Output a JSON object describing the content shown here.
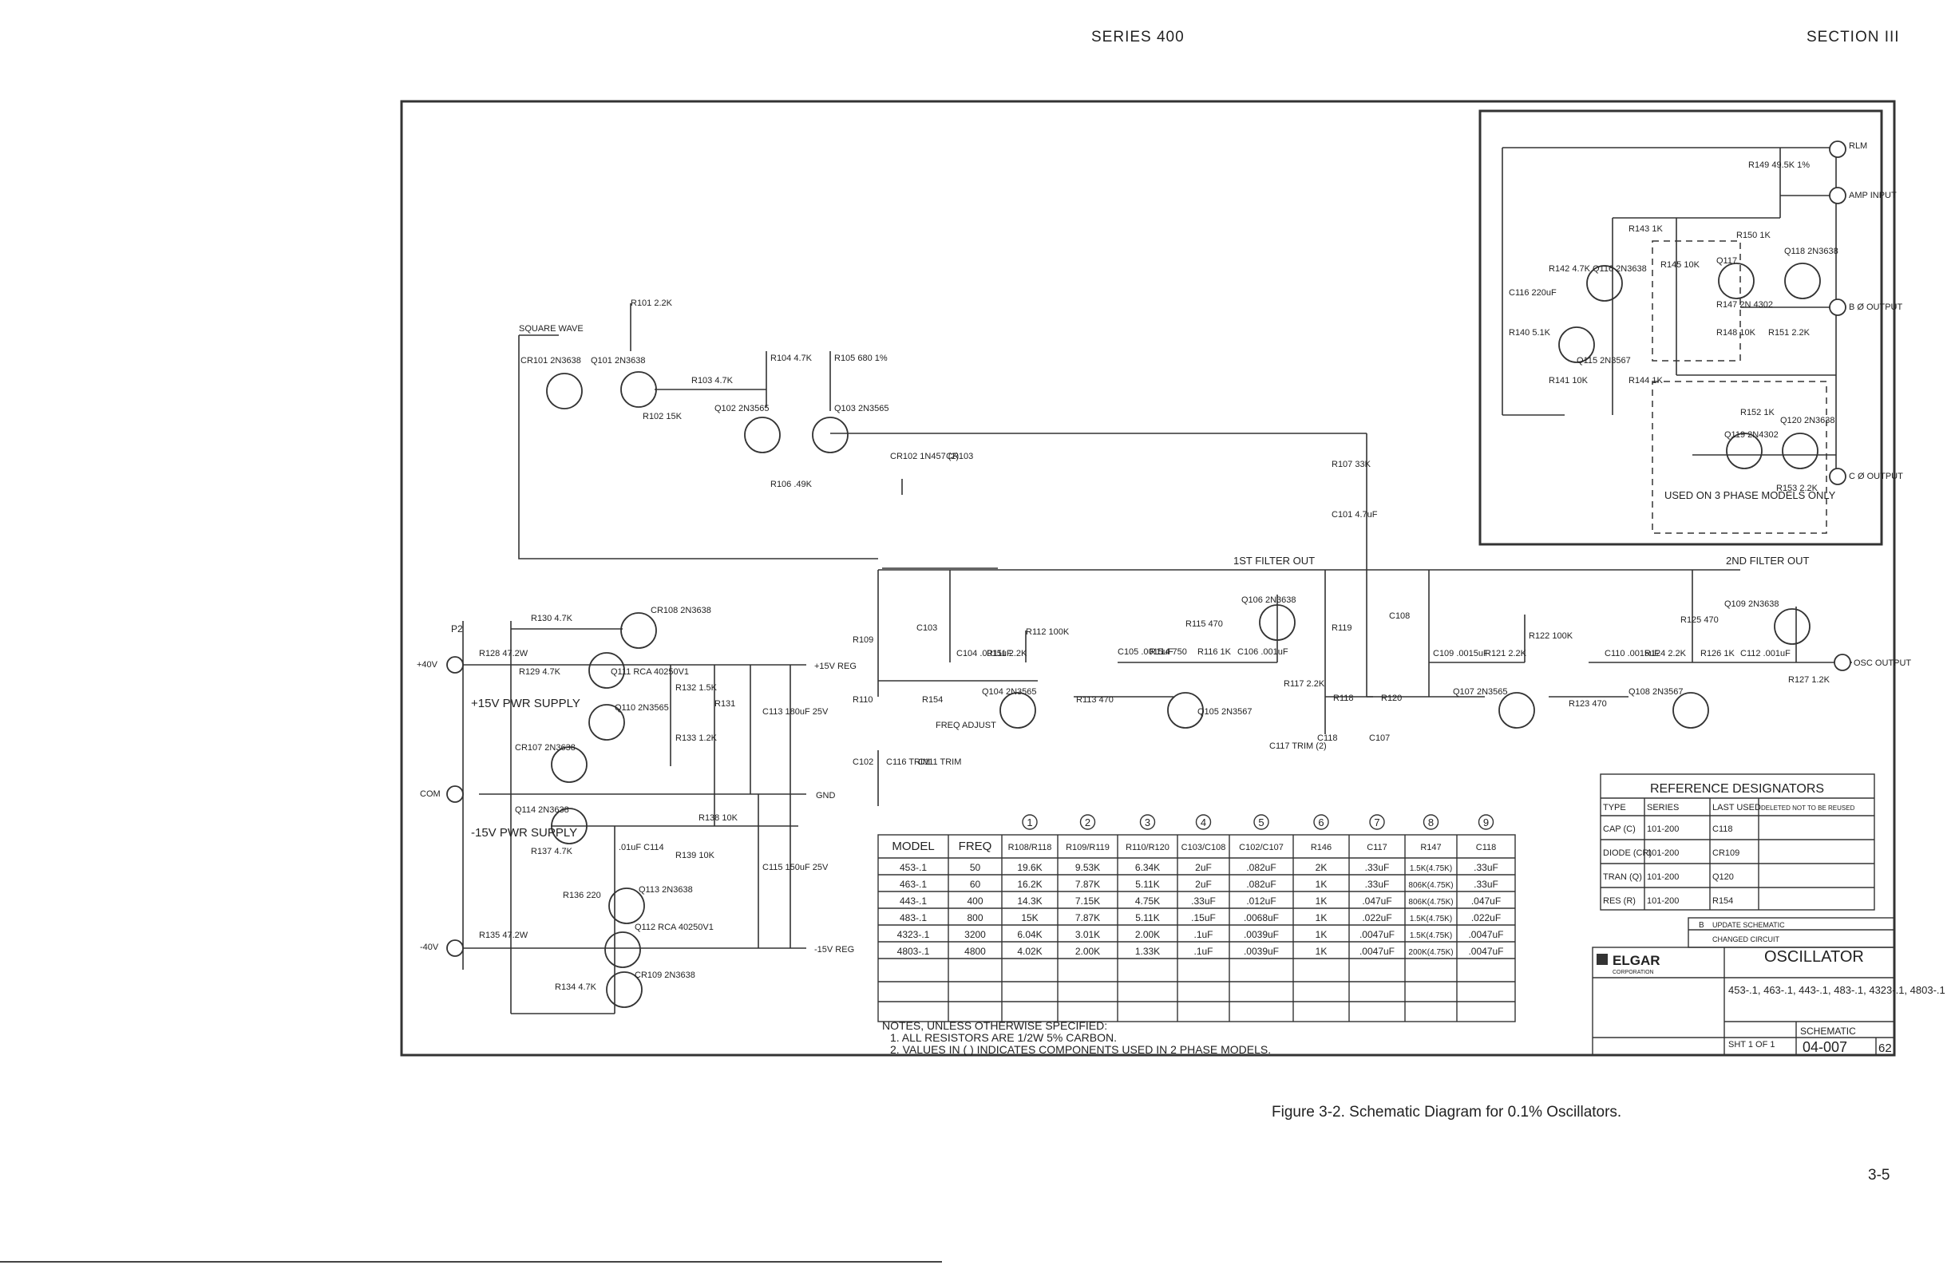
{
  "header": {
    "series": "SERIES 400",
    "section": "SECTION III"
  },
  "caption": "Figure 3-2. Schematic Diagram for 0.1% Oscillators.",
  "page_number": "3-5",
  "labels": {
    "square_wave": "SQUARE WAVE",
    "filter1": "1ST FILTER OUT",
    "filter2": "2ND FILTER OUT",
    "pos_supply": "+15V PWR SUPPLY",
    "neg_supply": "-15V PWR SUPPLY",
    "p2": "P2",
    "plus40": "+40V",
    "minus40": "-40V",
    "com": "COM",
    "gnd": "GND",
    "reg_pos": "+15V REG",
    "reg_neg": "-15V REG",
    "osc_out": "OSC OUTPUT",
    "b_out": "B Ø OUTPUT",
    "c_out": "C Ø OUTPUT",
    "amp_input": "AMP INPUT",
    "rlm": "RLM",
    "three_phase_note": "USED ON 3 PHASE MODELS ONLY",
    "freq_adjust": "FREQ ADJUST"
  },
  "components": {
    "r101": "R101 2.2K",
    "cr101": "CR101 2N3638",
    "q101": "Q101 2N3638",
    "r102": "R102 15K",
    "r103": "R103 4.7K",
    "q102": "Q102 2N3565",
    "r104": "R104 4.7K",
    "r105": "R105 680 1%",
    "q103": "Q103 2N3565",
    "r106": "R106 .49K",
    "cr102": "CR102 1N457 (2)",
    "cr103": "CR103",
    "r107": "R107 33K",
    "c101": "C101 4.7uF",
    "r130": "R130 4.7K",
    "cr108": "CR108 2N3638",
    "r128": "R128 47.2W",
    "r129": "R129 4.7K",
    "q111": "Q111 RCA 40250V1",
    "q110": "Q110 2N3565",
    "r132": "R132 1.5K",
    "r131": "R131",
    "c113": "C113 180uF 25V",
    "cr107": "CR107 2N3638",
    "r133": "R133 1.2K",
    "r138": "R138 10K",
    "q114": "Q114 2N3638",
    "c114": ".01uF C114",
    "r139": "R139 10K",
    "r137": "R137 4.7K",
    "r136": "R136 220",
    "q113": "Q113 2N3638",
    "q112": "Q112 RCA 40250V1",
    "c115": "C115 150uF 25V",
    "r135": "R135 47.2W",
    "r134": "R134 4.7K",
    "cr109": "CR109 2N3638",
    "r109": "R109",
    "r110": "R110",
    "r154": "R154",
    "c103": "C103",
    "c104": "C104 .0015uF",
    "r111": "R111 2.2K",
    "r112": "R112 100K",
    "q104": "Q104 2N3565",
    "c102": "C102",
    "c116t": "C116 TRIM",
    "c111t": "C111 TRIM",
    "c105": "C105 .0015uF",
    "r114": "R114 750",
    "r116": "R116 1K",
    "c106": "C106 .001uF",
    "r115": "R115 470",
    "q106": "Q106 2N3638",
    "q105": "Q105 2N3567",
    "r113": "R113 470",
    "r117": "R117 2.2K",
    "r119": "R119",
    "c108": "C108",
    "r118": "R118",
    "r120": "R120",
    "c117": "C117 TRIM (2)",
    "c118": "C118",
    "c107": "C107",
    "c109": "C109 .0015uF",
    "r121": "R121 2.2K",
    "r122": "R122 100K",
    "q107": "Q107 2N3565",
    "r123": "R123 470",
    "c110": "C110 .0015uF",
    "r124": "R124 2.2K",
    "r125": "R125 470",
    "q108": "Q108 2N3567",
    "r126": "R126 1K",
    "c112": "C112 .001uF",
    "q109": "Q109 2N3638",
    "r127": "R127 1.2K",
    "r149": "R149 49.5K 1%",
    "r143": "R143 1K",
    "r150": "R150 1K",
    "q118": "Q118 2N3638",
    "r142": "R142 4.7K",
    "q116": "Q116 2N3638",
    "r145": "R145 10K",
    "q117": "Q117",
    "c116": "C116 220uF",
    "r140": "R140 5.1K",
    "q115": "Q115 2N3567",
    "r147": "R147 2N 4302",
    "r148": "R148 10K",
    "r151": "R151 2.2K",
    "r141": "R141 10K",
    "r144": "R144 1K",
    "r152": "R152 1K",
    "q120": "Q120 2N3638",
    "q119": "Q119 2N4302",
    "r153": "R153 2.2K"
  },
  "notes": {
    "title": "NOTES, UNLESS OTHERWISE SPECIFIED:",
    "n1": "1. ALL RESISTORS ARE 1/2W 5% CARBON.",
    "n2": "2. VALUES IN ( ) INDICATES COMPONENTS USED IN 2 PHASE MODELS."
  },
  "model_table": {
    "circles": [
      "1",
      "2",
      "3",
      "4",
      "5",
      "6",
      "7",
      "8",
      "9"
    ],
    "headers": [
      "MODEL",
      "FREQ",
      "R108/R118",
      "R109/R119",
      "R110/R120",
      "C103/C108",
      "C102/C107",
      "R146",
      "C117",
      "R147",
      "C118"
    ],
    "rows": [
      [
        "453-.1",
        "50",
        "19.6K",
        "9.53K",
        "6.34K",
        "2uF",
        ".082uF",
        "2K",
        ".33uF",
        "1.5K(4.75K)",
        ".33uF"
      ],
      [
        "463-.1",
        "60",
        "16.2K",
        "7.87K",
        "5.11K",
        "2uF",
        ".082uF",
        "1K",
        ".33uF",
        "806K(4.75K)",
        ".33uF"
      ],
      [
        "443-.1",
        "400",
        "14.3K",
        "7.15K",
        "4.75K",
        ".33uF",
        ".012uF",
        "1K",
        ".047uF",
        "806K(4.75K)",
        ".047uF"
      ],
      [
        "483-.1",
        "800",
        "15K",
        "7.87K",
        "5.11K",
        ".15uF",
        ".0068uF",
        "1K",
        ".022uF",
        "1.5K(4.75K)",
        ".022uF"
      ],
      [
        "4323-.1",
        "3200",
        "6.04K",
        "3.01K",
        "2.00K",
        ".1uF",
        ".0039uF",
        "1K",
        ".0047uF",
        "1.5K(4.75K)",
        ".0047uF"
      ],
      [
        "4803-.1",
        "4800",
        "4.02K",
        "2.00K",
        "1.33K",
        ".1uF",
        ".0039uF",
        "1K",
        ".0047uF",
        "200K(4.75K)",
        ".0047uF"
      ]
    ]
  },
  "ref_table": {
    "title": "REFERENCE DESIGNATORS",
    "headers": [
      "TYPE",
      "SERIES",
      "LAST USED",
      "DELETED NOT TO BE REUSED"
    ],
    "rows": [
      [
        "CAP (C)",
        "101-200",
        "C118",
        ""
      ],
      [
        "DIODE (CR)",
        "101-200",
        "CR109",
        ""
      ],
      [
        "TRAN (Q)",
        "101-200",
        "Q120",
        ""
      ],
      [
        "RES (R)",
        "101-200",
        "R154",
        ""
      ]
    ]
  },
  "title_block": {
    "company": "ELGAR",
    "company_sub": "CORPORATION",
    "title": "OSCILLATOR",
    "models": "453-.1, 463-.1, 443-.1, 483-.1, 4323-.1, 4803-.1",
    "sheet": "SHT 1 OF 1",
    "dwg_type": "SCHEMATIC",
    "dwg_no": "04-007",
    "rev": "62",
    "rev_b": "B",
    "change1": "CHANGED CIRCUIT",
    "change2": "UPDATE SCHEMATIC"
  }
}
